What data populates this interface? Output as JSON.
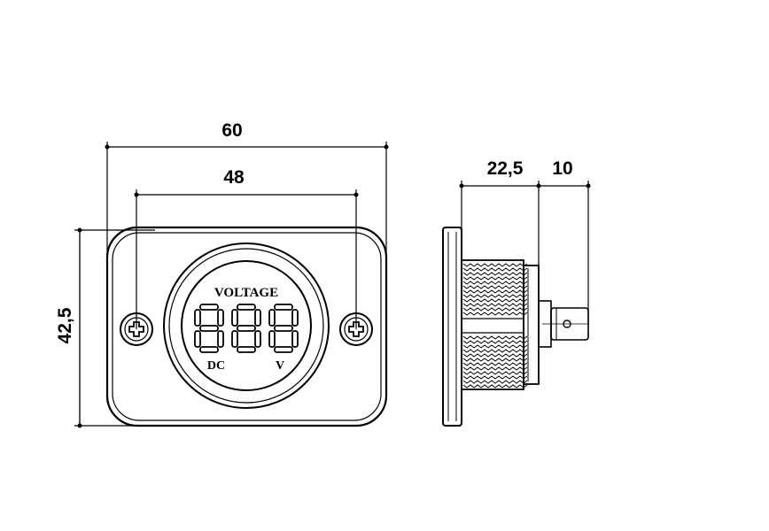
{
  "dimensions": {
    "overall_width": "60",
    "screw_spacing": "48",
    "overall_height": "42,5",
    "body_depth": "22,5",
    "terminal_length": "10"
  },
  "display": {
    "title": "VOLTAGE",
    "digits": "888",
    "bottom_left": "DC",
    "bottom_right": "V"
  }
}
